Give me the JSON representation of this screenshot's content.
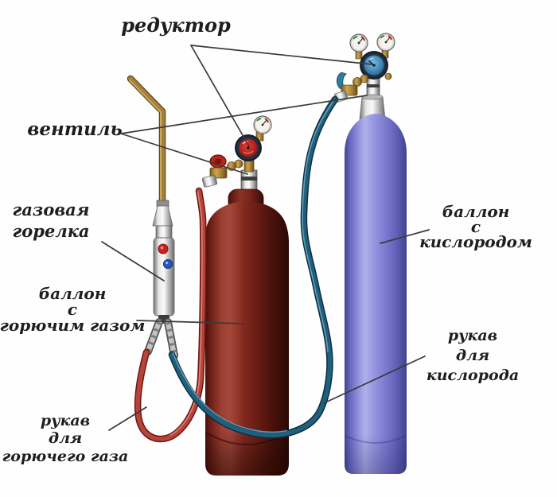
{
  "diagram": {
    "subject": "gas-welding-equipment-diagram",
    "labels": {
      "reducer": {
        "lines": [
          "редуктор"
        ]
      },
      "valve": {
        "lines": [
          "вентиль"
        ]
      },
      "gas_torch": {
        "lines": [
          "газовая",
          "горелка"
        ]
      },
      "fuel_cylinder": {
        "lines": [
          "баллон",
          "с",
          "горючим газом"
        ]
      },
      "fuel_hose": {
        "lines": [
          "рукав",
          "для",
          "горючего газа"
        ]
      },
      "oxygen_cylinder": {
        "lines": [
          "баллон",
          "с",
          "кислородом"
        ]
      },
      "oxygen_hose": {
        "lines": [
          "рукав",
          "для",
          "кислорода"
        ]
      }
    },
    "colors": {
      "fuel_cylinder": "#7b241b",
      "oxygen_cylinder": "#8787d8",
      "fuel_hose": "#b5453a",
      "oxygen_hose": "#20607c",
      "fuel_gauge_face": "#bc241e",
      "oxygen_gauge_face": "#4186b6",
      "brass_fitting": "#b08c3c",
      "pointer_line": "#3a3a3a",
      "label_text": "#1e1e1e"
    }
  }
}
